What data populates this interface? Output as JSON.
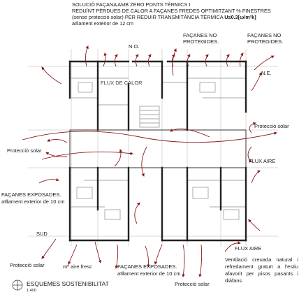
{
  "header": {
    "line1": "SOLUCIÓ FAÇANA AMB ZERO PONTS TÈRMICS I",
    "line2": "REDUÏNT PÈRDUES DE CALOR A FAÇANES FREDES OPTIMITZANT % FINESTRES",
    "line3": "(sense protecció solar) PER REDUIR TRANSMITÀNCIA TÈRMICA",
    "line3_value": "U≤0.3[ω/m²k]",
    "line4": "aïllament exterior de 12 cm"
  },
  "labels": {
    "no_top": "N.O.",
    "facanes_no_protegides_1": "FAÇANES NO\nPROTEGIDES.",
    "facanes_no_protegides_2": "FAÇANES NO\nPROTEGIDES.",
    "ne": "N.E.",
    "flux_de_calor": "FLUX DE CALOR",
    "proteccio_solar_right": "Protecciò solar",
    "proteccio_solar_left": "Protecciò solar",
    "flux_aire_right": "FLUX AIRE",
    "facanes_exposades_left_1": "FAÇANES EXPOSADES.",
    "facanes_exposades_left_2": "aïllament exterior de 10 cm",
    "sud": "SUD",
    "flux_aire_bottom": "FLUX AIRE",
    "ventilacio": "Ventilació creuada natural i refredament gratuït a l'estiu afavorit per pisos pasants i diàfans",
    "proteccio_solar_bottom_left": "Protecciò solar",
    "m_aire_fresc": "mº aire fresc",
    "facanes_exposades_bottom_1": "FAÇANES EXPOSADES.",
    "facanes_exposades_bottom_2": "aïllament exterior de 10 cm",
    "proteccio_solar_bottom": "Protecciò solar",
    "esquemes": "ESQUEMES SOSTENIBILITAT",
    "scale": "1:400"
  },
  "colors": {
    "arrow": "#8b1a1a",
    "wall": "#222222",
    "thin_line": "#9a9a9a"
  }
}
